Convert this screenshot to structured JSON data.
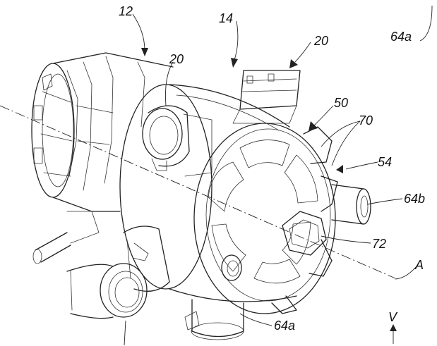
{
  "labels": {
    "ref_12": "12",
    "ref_14": "14",
    "ref_20_top": "20",
    "ref_20_left": "20",
    "ref_64a_top": "64a",
    "ref_50": "50",
    "ref_70": "70",
    "ref_54": "54",
    "ref_64b": "64b",
    "ref_72": "72",
    "ref_A": "A",
    "ref_64a_bottom": "64a",
    "ref_V": "V"
  },
  "colors": {
    "line": "#222222",
    "background": "#ffffff"
  }
}
